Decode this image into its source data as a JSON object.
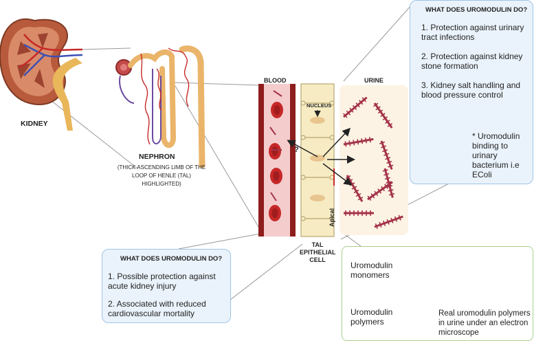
{
  "labels": {
    "kidney": "KIDNEY",
    "nephron": "NEPHRON",
    "nephron_sub": "(THICK ASCENDING LIMB OF THE LOOP OF HENLE (TAL) HIGHLIGHTED)",
    "blood": "BLOOD",
    "urine": "URINE",
    "nucleus": "NUCLEUS",
    "question": "?",
    "apical": "Apical",
    "tal_cell": "TAL EPITHELIAL CELL"
  },
  "top_box": {
    "title": "WHAT DOES UROMODULIN DO?",
    "items": [
      "1. Protection against urinary tract infections",
      "2. Protection against kidney stone formation",
      "3. Kidney salt handling and blood pressure control"
    ],
    "note": "* Uromodulin binding to urinary bacterium i.e EColi"
  },
  "bottom_box": {
    "title": "WHAT DOES UROMODULIN DO?",
    "items": [
      "1. Possible protection against acute kidney injury",
      "2. Associated with reduced cardiovascular mortality"
    ]
  },
  "legend": {
    "monomers": "Uromodulin monomers",
    "polymers": "Uromodulin polymers",
    "micrograph_caption": "Real uromodulin polymers in urine under an electron microscope"
  },
  "colors": {
    "blue_box_bg": "#eaf3fb",
    "blue_box_border": "#9ec4e6",
    "green_box_border": "#a8d08d",
    "polymer": "#a3324a",
    "vessel": "#8e1d1d",
    "cell": "#f6ebc2",
    "urine_bg": "#fdf3e4"
  }
}
